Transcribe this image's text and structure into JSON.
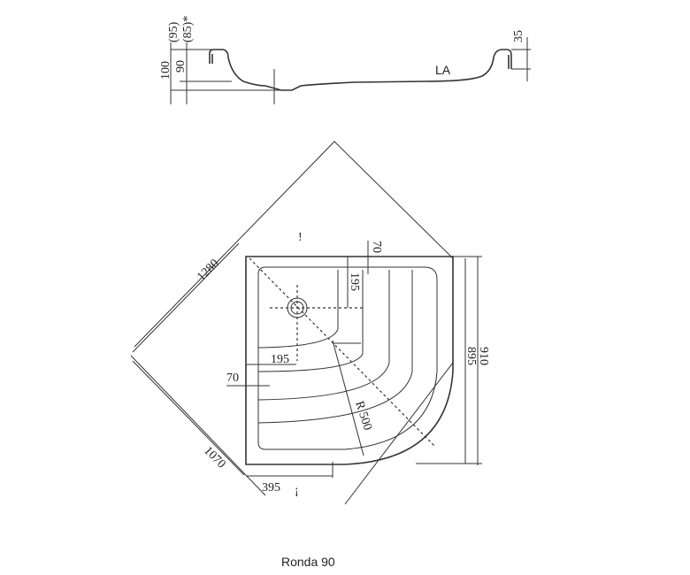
{
  "profile": {
    "dim_95": "(95)",
    "dim_85": "(85)*",
    "dim_100": "100",
    "dim_90": "90",
    "dim_35": "35",
    "label_la": "LA"
  },
  "plan": {
    "dim_1280": "1280",
    "dim_1070": "1070",
    "dim_395": "395",
    "dim_195_h": "195",
    "dim_70_h": "70",
    "dim_195_v": "195",
    "dim_70_v": "70",
    "dim_radius": "R 500",
    "dim_895": "895",
    "dim_910": "910"
  },
  "caption": "Ronda 90"
}
